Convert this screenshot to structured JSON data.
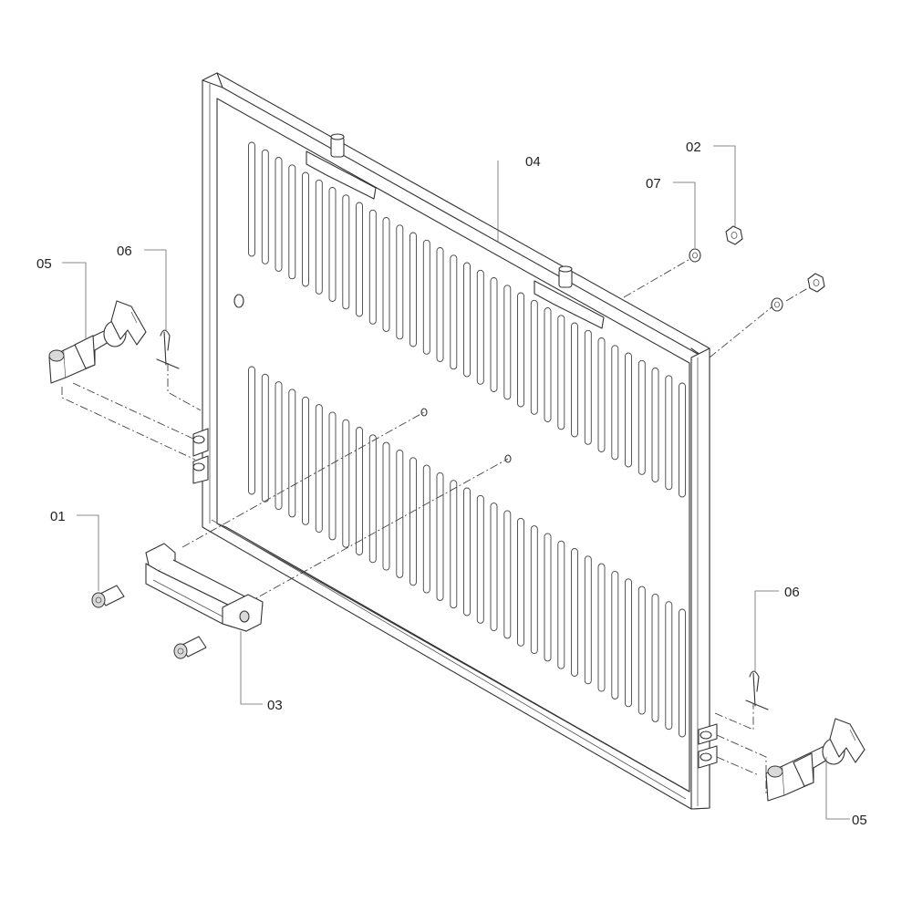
{
  "callouts": {
    "c01": "01",
    "c02": "02",
    "c03": "03",
    "c04": "04",
    "c05_left": "05",
    "c05_right": "05",
    "c06_left": "06",
    "c06_right": "06",
    "c07": "07"
  }
}
